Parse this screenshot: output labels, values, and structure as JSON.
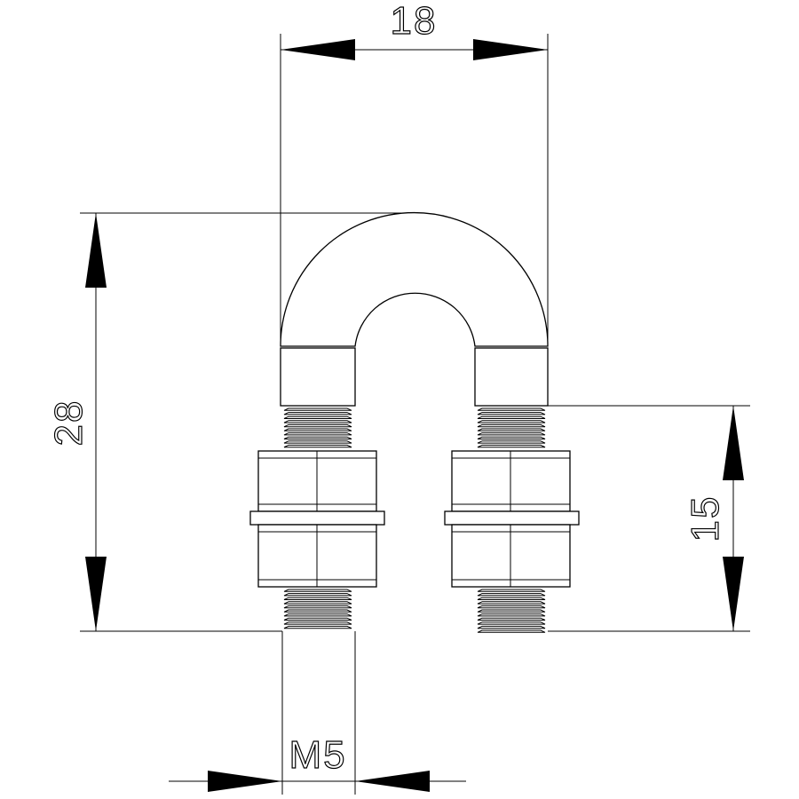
{
  "drawing": {
    "part": "u-bolt",
    "dimensions": {
      "width": "18",
      "height": "28",
      "thread_length": "15",
      "thread_size": "M5"
    },
    "colors": {
      "line": "#000000",
      "background": "#ffffff"
    }
  }
}
